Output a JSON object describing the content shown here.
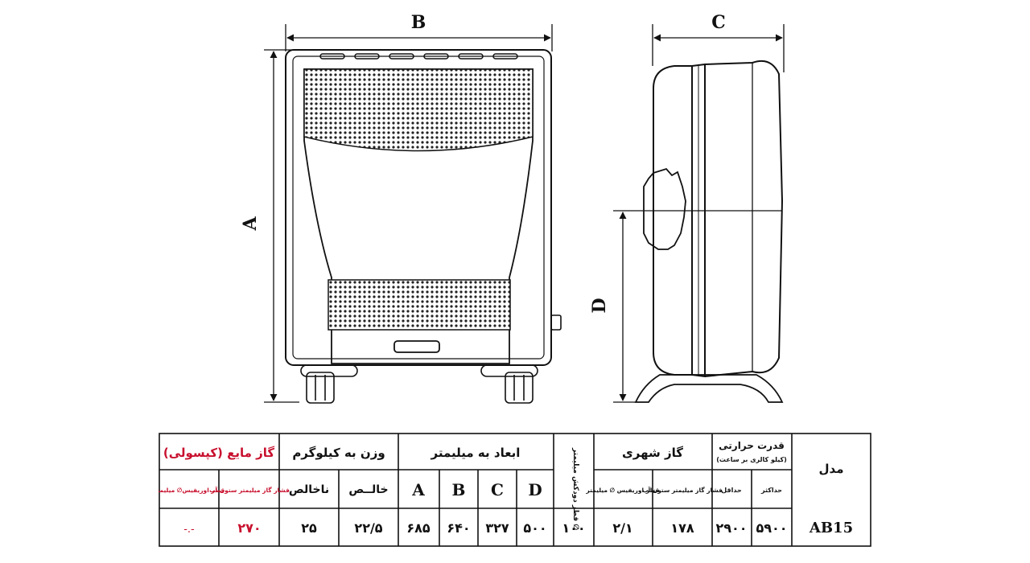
{
  "diagram": {
    "dim_labels": {
      "A": "A",
      "B": "B",
      "C": "C",
      "D": "D"
    }
  },
  "table": {
    "col_model": "مدل",
    "heat_header": "قدرت حرارتی",
    "heat_sub": "(کیلو کالری بر ساعت)",
    "heat_max": "حداکثر",
    "heat_min": "حداقل",
    "city_gas": "گاز شهری",
    "gas_pressure": "فشار گاز میلیمتر ستون آب",
    "orifice_dia": "قطر اوریفیس ∅ میلیمتر",
    "flue_dia": "∅ قطر دودکش میلیمتر",
    "dims_header": "ابعاد به میلیمتر",
    "dim_D": "D",
    "dim_C": "C",
    "dim_B": "B",
    "dim_A": "A",
    "weight_header": "وزن به کیلوگرم",
    "net": "خالــص",
    "gross": "ناخالص",
    "lpg_header": "گاز مایع (کپسولی)",
    "lpg_pressure": "فشار گاز میلیمتر ستون آب",
    "lpg_orifice": "قطر اوریفیس∅ میلیمتر",
    "row": {
      "model": "AB15",
      "heat_max": "۵۹۰۰",
      "heat_min": "۲۹۰۰",
      "gas_pressure": "۱۷۸",
      "orifice": "۲/۱",
      "flue": "۱۰۰",
      "D": "۵۰۰",
      "C": "۳۲۷",
      "B": "۶۴۰",
      "A": "۶۸۵",
      "net": "۲۲/۵",
      "gross": "۲۵",
      "lpg_pressure": "۲۷۰",
      "lpg_orifice": "-.-"
    }
  },
  "colors": {
    "accent_red": "#c8102e",
    "line": "#111111"
  }
}
